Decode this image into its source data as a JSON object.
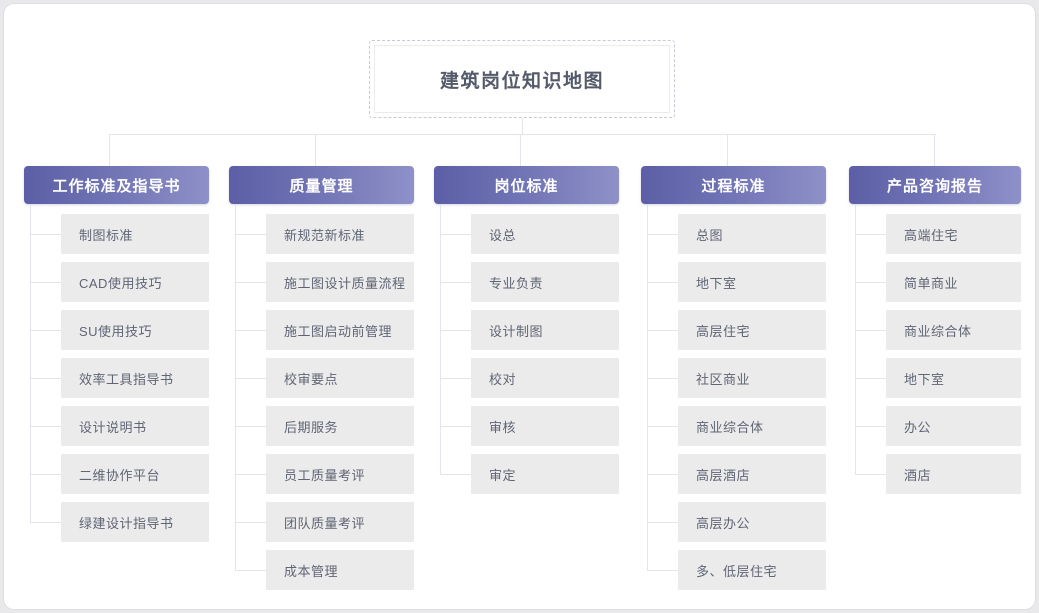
{
  "root": {
    "title": "建筑岗位知识地图"
  },
  "colors": {
    "header_gradient_start": "#5d5fa6",
    "header_gradient_end": "#8e90c8",
    "child_bg": "#ebebec",
    "child_text": "#606574",
    "connector": "#e4e4ec",
    "canvas_bg": "#ffffff",
    "page_bg": "#e9e9ec"
  },
  "columns": [
    {
      "header": "工作标准及指导书",
      "items": [
        "制图标准",
        "CAD使用技巧",
        "SU使用技巧",
        "效率工具指导书",
        "设计说明书",
        "二维协作平台",
        "绿建设计指导书"
      ]
    },
    {
      "header": "质量管理",
      "items": [
        "新规范新标准",
        "施工图设计质量流程",
        "施工图启动前管理",
        "校审要点",
        "后期服务",
        "员工质量考评",
        "团队质量考评",
        "成本管理"
      ]
    },
    {
      "header": "岗位标准",
      "items": [
        "设总",
        "专业负责",
        "设计制图",
        "校对",
        "审核",
        "审定"
      ]
    },
    {
      "header": "过程标准",
      "items": [
        "总图",
        "地下室",
        "高层住宅",
        "社区商业",
        "商业综合体",
        "高层酒店",
        "高层办公",
        "多、低层住宅"
      ]
    },
    {
      "header": "产品咨询报告",
      "items": [
        "高端住宅",
        "简单商业",
        "商业综合体",
        "地下室",
        "办公",
        "酒店"
      ]
    }
  ]
}
